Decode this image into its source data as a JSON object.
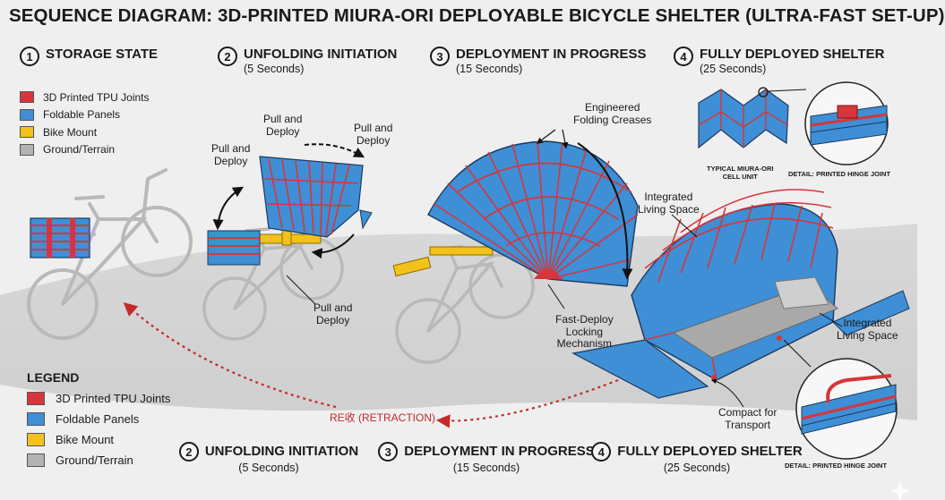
{
  "title": "SEQUENCE DIAGRAM: 3D-PRINTED MIURA-ORI DEPLOYABLE BICYCLE SHELTER (ULTRA-FAST SET-UP)",
  "colors": {
    "joint": "#d6363b",
    "panel": "#3e8fd6",
    "mount": "#f2c21b",
    "ground": "#b3b3b3",
    "arrow_red": "#c42a2a"
  },
  "steps_top": [
    {
      "num": "1",
      "title": "STORAGE STATE",
      "sub": ""
    },
    {
      "num": "2",
      "title": "UNFOLDING INITIATION",
      "sub": "(5 Seconds)"
    },
    {
      "num": "3",
      "title": "DEPLOYMENT IN PROGRESS",
      "sub": "(15 Seconds)"
    },
    {
      "num": "4",
      "title": "FULLY DEPLOYED SHELTER",
      "sub": "(25 Seconds)"
    }
  ],
  "steps_bottom": [
    {
      "num": "2",
      "title": "UNFOLDING INITIATION",
      "sub": "(5 Seconds)"
    },
    {
      "num": "3",
      "title": "DEPLOYMENT IN PROGRESS",
      "sub": "(15 Seconds)"
    },
    {
      "num": "4",
      "title": "FULLY DEPLOYED SHELTER",
      "sub": "(25 Seconds)"
    }
  ],
  "legend_small": [
    {
      "label": "3D Printed TPU Joints",
      "color": "#d6363b"
    },
    {
      "label": "Foldable Panels",
      "color": "#3e8fd6"
    },
    {
      "label": "Bike Mount",
      "color": "#f2c21b"
    },
    {
      "label": "Ground/Terrain",
      "color": "#b3b3b3"
    }
  ],
  "legend_main": {
    "heading": "LEGEND",
    "items": [
      {
        "label": "3D Printed TPU Joints",
        "color": "#d6363b"
      },
      {
        "label": "Foldable Panels",
        "color": "#3e8fd6"
      },
      {
        "label": "Bike Mount",
        "color": "#f2c21b"
      },
      {
        "label": "Ground/Terrain",
        "color": "#b3b3b3"
      }
    ]
  },
  "annotations": {
    "pull_deploy_1": "Pull and\nDeploy",
    "pull_deploy_2": "Pull and\nDeploy",
    "pull_deploy_3": "Pull and\nDeploy",
    "pull_deploy_4": "Pull and\nDeploy",
    "creases": "Engineered\nFolding Creases",
    "locking": "Fast-Deploy\nLocking\nMechanism",
    "living_space_1": "Integrated\nLiving Space",
    "living_space_2": "Integrated\nLiving Space",
    "compact": "Compact for\nTransport",
    "miura_cell": "TYPICAL MIURA-ORI\nCELL UNIT",
    "hinge_detail_1": "DETAIL: PRINTED HINGE JOINT",
    "hinge_detail_2": "DETAIL: PRINTED HINGE JOINT",
    "retraction": "RE收 (RETRACTION)"
  }
}
